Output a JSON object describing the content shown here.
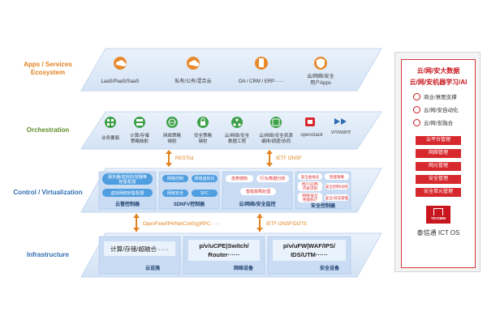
{
  "layers": {
    "apps": {
      "label": "Apps / Services\nEcosystem"
    },
    "orchestration": {
      "label": "Orchestration"
    },
    "control": {
      "label": "Control / Virtualization"
    },
    "infrastructure": {
      "label": "Infrastructure"
    }
  },
  "apps": [
    {
      "label": "LaaS/PaaS/SaaS",
      "icon": "cloud-icon"
    },
    {
      "label": "私有/公有/混合云",
      "icon": "cloud-icon"
    },
    {
      "label": "OA / CRM / ERP······",
      "icon": "phone-icon"
    },
    {
      "label": "云/网络/安全",
      "label2": "用户Apps",
      "icon": "shield-icon"
    }
  ],
  "orchestration": [
    {
      "label": "业务要面",
      "icon": "grid-icon"
    },
    {
      "label": "计算/存储",
      "label2": "策略映射",
      "icon": "server-icon"
    },
    {
      "label": "网络策略",
      "label2": "映射",
      "icon": "globe-icon"
    },
    {
      "label": "安全策略",
      "label2": "映射",
      "icon": "lock-icon"
    },
    {
      "label": "云/网络/安全",
      "label2": "数据工程",
      "icon": "network-icon"
    },
    {
      "label": "云/网络/安全资源",
      "label2": "编排/调度/协同",
      "icon": "chip-icon"
    },
    {
      "label": "openstack",
      "icon": "openstack-logo"
    },
    {
      "label": "vmware",
      "icon": "vmware-logo"
    }
  ],
  "connectors": {
    "restful": "RESTful",
    "ietf_i2nsf": "IETF I2NSF",
    "openflow": "OpenFlow/IP4/NetConf/(g)RPC······",
    "ietf_dots": "IETF I2NSF/DOTS"
  },
  "control": {
    "cloud": {
      "pills": [
        "服务器/虚拟机/容器等",
        "管理/配置",
        "虚拟网络管理/配置"
      ],
      "title": "云管控制器"
    },
    "sdnfv": {
      "pills": [
        "网络控制",
        "网络安全",
        "网络虚拟化",
        "SFC"
      ],
      "title": "SDNFV控制器"
    },
    "monitor": {
      "pills": [
        "态势感知",
        "行为/数据分析",
        "智能故障处理"
      ],
      "title": "云/网络/安全监控"
    },
    "security": {
      "pills": [
        "安全虚拟化",
        "智能策略",
        "用户/应用/",
        "内容识别",
        "安全控制/动作",
        "网络/安全",
        "性能统计",
        "安全/日志管理"
      ],
      "title": "安全控制器"
    }
  },
  "infrastructure": [
    {
      "text": "计算/存储/超融合······",
      "title": "云设施"
    },
    {
      "text": "p/v/uCPE|Switch/",
      "text2": "Router······",
      "title": "网络设备"
    },
    {
      "text": "p/v/uFW|WAF/IPS/",
      "text2": "IDS/UTM······",
      "title": "安全设备"
    }
  ],
  "os_panel": {
    "heading1": "云/网/安大数据",
    "heading2": "云/网/安机器学习/AI",
    "rows": [
      "商业/意图支撑",
      "云/网/安自动化",
      "云/网/安融合"
    ],
    "buttons": [
      "云平台管理",
      "网络管理",
      "网元管理",
      "安全管理",
      "安全单元管理"
    ],
    "logo_text": "TICOMM",
    "footer": "泰信通 ICT OS"
  },
  "colors": {
    "slab_fill": "#dfeaf8",
    "slab_stroke": "#c5d7ee",
    "orange": "#e2821f",
    "green": "#5f8d2a",
    "blue": "#2f6db3",
    "red": "#c8161e",
    "pill": "#4f9ee0"
  }
}
